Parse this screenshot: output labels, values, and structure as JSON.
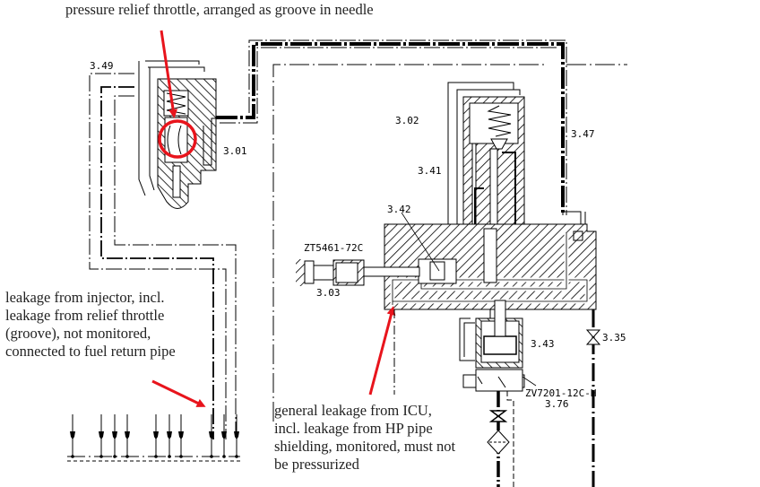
{
  "annotations": {
    "relief_throttle": "pressure relief throttle, arranged as groove in needle",
    "injector_leakage": [
      "leakage from injector, incl.",
      "leakage from relief throttle",
      "(groove), not monitored,",
      "connected to fuel return pipe"
    ],
    "icu_leakage": [
      "general leakage from ICU,",
      "incl. leakage from HP pipe",
      "shielding, monitored, must not",
      "be pressurized"
    ]
  },
  "labels": {
    "l349": "3.49",
    "l301": "3.01",
    "l302": "3.02",
    "l341": "3.41",
    "l342": "3.42",
    "l347": "3.47",
    "l303": "3.03",
    "zt": "ZT5461-72C",
    "l343": "3.43",
    "l335": "3.35",
    "zv": "ZV7201-12C-H",
    "l376": "3.76"
  },
  "colors": {
    "highlight": "#e8141c",
    "line": "#000000",
    "text": "#222222"
  }
}
